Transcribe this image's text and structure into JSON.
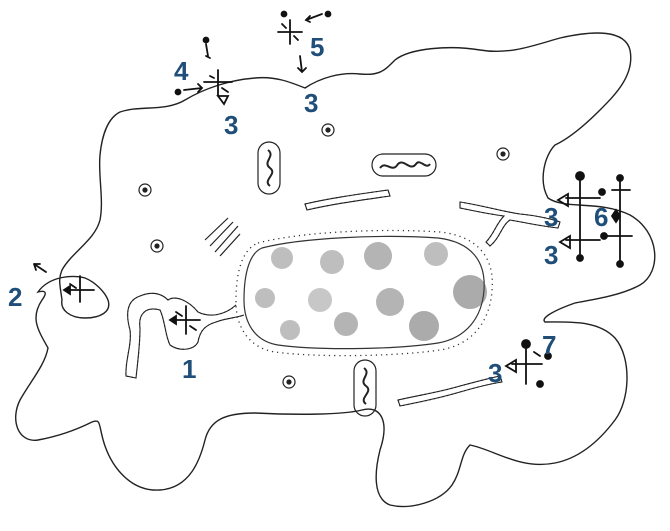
{
  "colors": {
    "label": "#1f4e79",
    "line": "#222222",
    "membrane": "#333333",
    "background": "#ffffff"
  },
  "labels": [
    "1",
    "2",
    "3",
    "3",
    "3",
    "3",
    "3",
    "4",
    "5",
    "6",
    "7"
  ]
}
